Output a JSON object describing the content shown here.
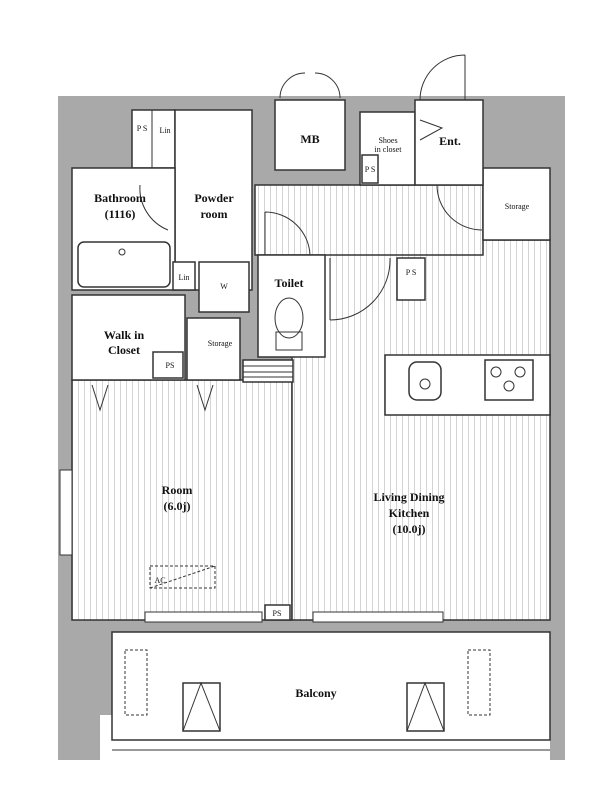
{
  "colors": {
    "wall": "#a9a9a9",
    "line": "#333333",
    "floor_hatch": "#d4d4d4"
  },
  "rooms": {
    "ps_top": "P S",
    "lin_top": "Lin",
    "mb": "MB",
    "shoes": [
      "Shoes",
      "in closet"
    ],
    "ps_shoes": "P S",
    "entrance": "Ent.",
    "bathroom": [
      "Bathroom",
      "(1116)"
    ],
    "powder": [
      "Powder",
      "room"
    ],
    "storage_right": "Storage",
    "lin_mid": "Lin",
    "washer": "W",
    "toilet": "Toilet",
    "ps_mid": "P S",
    "walkin": [
      "Walk in",
      "Closet"
    ],
    "ps_walkin": "PS",
    "storage_mid": "Storage",
    "room": [
      "Room",
      "(6.0j)"
    ],
    "ac": "AC",
    "ldk": [
      "Living Dining",
      "Kitchen",
      "(10.0j)"
    ],
    "ps_bottom": "PS",
    "balcony": "Balcony"
  }
}
